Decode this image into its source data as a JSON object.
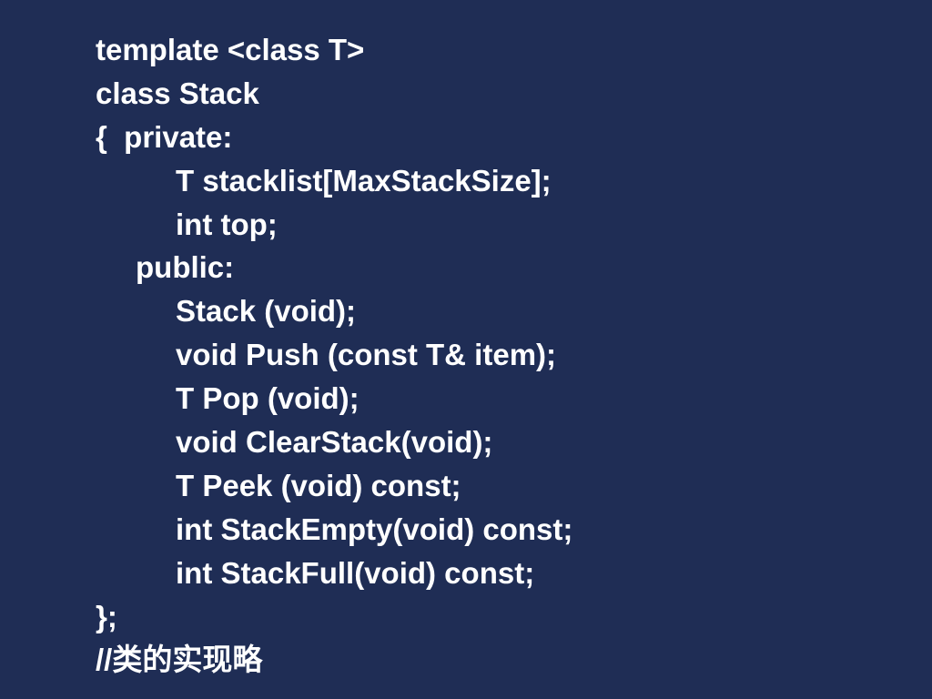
{
  "code": {
    "lines": [
      "template <class T>",
      "class Stack",
      "{  private:",
      "T stacklist[MaxStackSize];",
      "int top;",
      "public:",
      "Stack (void);",
      "void Push (const T& item);",
      "T Pop (void);",
      "void ClearStack(void);",
      "T Peek (void) const;",
      "int StackEmpty(void) const;",
      "int StackFull(void) const;",
      "};",
      "//类的实现略"
    ]
  },
  "colors": {
    "background": "#1f2d55",
    "text": "#ffffff"
  }
}
